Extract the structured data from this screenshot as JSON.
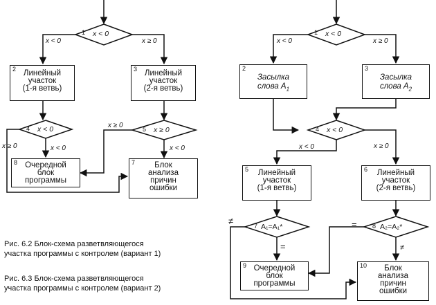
{
  "left": {
    "decision1": {
      "num": "1",
      "cond": "x < 0",
      "yes": "x < 0",
      "no": "x ≥ 0"
    },
    "block2": {
      "num": "2",
      "l1": "Линейный",
      "l2": "участок",
      "l3": "(1-я ветвь)"
    },
    "block3": {
      "num": "3",
      "l1": "Линейный",
      "l2": "участок",
      "l3": "(2-я ветвь)"
    },
    "decision4": {
      "num": "4",
      "cond": "x < 0",
      "down": "x < 0",
      "side": "x ≥ 0"
    },
    "decision5": {
      "num": "5",
      "cond": "x ≥ 0",
      "side": "x ≥ 0",
      "down": "x < 0"
    },
    "block8": {
      "num": "8",
      "l1": "Очередной",
      "l2": "блок",
      "l3": "программы"
    },
    "block7": {
      "num": "7",
      "l1": "Блок",
      "l2": "анализа",
      "l3": "причин",
      "l4": "ошибки"
    }
  },
  "right": {
    "decision1": {
      "num": "1",
      "cond": "x < 0",
      "yes": "x < 0",
      "no": "x ≥ 0"
    },
    "block2": {
      "num": "2",
      "l1": "Засылка",
      "l2": "слова A",
      "sub": "1"
    },
    "block3": {
      "num": "3",
      "l1": "Засылка",
      "l2": "слова A",
      "sub": "2"
    },
    "decision4": {
      "num": "4",
      "cond": "x < 0",
      "left": "x < 0",
      "right": "x ≥ 0"
    },
    "block5": {
      "num": "5",
      "l1": "Линейный",
      "l2": "участок",
      "l3": "(1-я ветвь)"
    },
    "block6": {
      "num": "6",
      "l1": "Линейный",
      "l2": "участок",
      "l3": "(2-я ветвь)"
    },
    "decision7": {
      "num": "7",
      "cond": "A₁=A₁*",
      "ne": "≠",
      "eq": "="
    },
    "decision8": {
      "num": "8",
      "cond": "A₂=A₂*",
      "eq": "=",
      "ne": "≠"
    },
    "block9": {
      "num": "9",
      "l1": "Очередной",
      "l2": "блок",
      "l3": "программы"
    },
    "block10": {
      "num": "10",
      "l1": "Блок",
      "l2": "анализа",
      "l3": "причин",
      "l4": "ошибки"
    }
  },
  "captions": {
    "fig2_l1": "Рис. 6.2 Блок-схема разветвляющегося",
    "fig2_l2": "участка программы с контролем (вариант 1)",
    "fig3_l1": "Рис. 6.3 Блок-схема разветвляющегося",
    "fig3_l2": "участка программы с контролем (вариант 2)"
  }
}
